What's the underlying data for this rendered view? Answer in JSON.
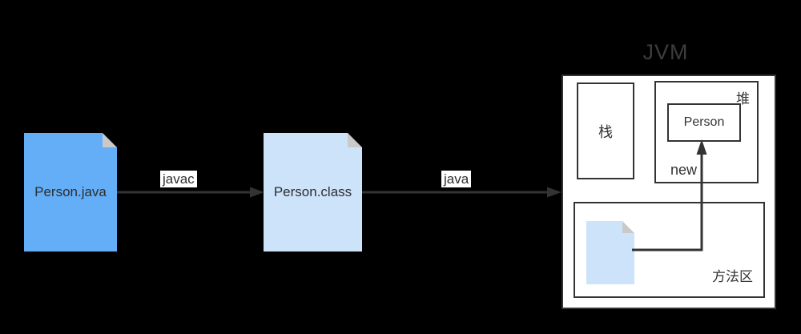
{
  "canvas": {
    "background": "#000000"
  },
  "files": {
    "source": {
      "label": "Person.java",
      "fill": "#63aef7",
      "fold_color": "#c9c9c9"
    },
    "compiled": {
      "label": "Person.class",
      "fill": "#cce3fa",
      "fold_color": "#c9c9c9"
    },
    "loaded_class": {
      "fill": "#cce3fa",
      "fold_color": "#c9c9c9"
    }
  },
  "arrows": {
    "compile": {
      "label": "javac"
    },
    "run": {
      "label": "java"
    },
    "instantiate": {
      "label": "new"
    }
  },
  "jvm": {
    "title": "JVM",
    "stack": {
      "label": "栈"
    },
    "heap": {
      "label": "堆",
      "object": {
        "label": "Person"
      }
    },
    "method_area": {
      "label": "方法区"
    }
  },
  "colors": {
    "stroke": "#333333",
    "box_fill": "#ffffff",
    "jvm_title_text": "#3c3c3c",
    "doc_text": "#2e2e2e"
  }
}
